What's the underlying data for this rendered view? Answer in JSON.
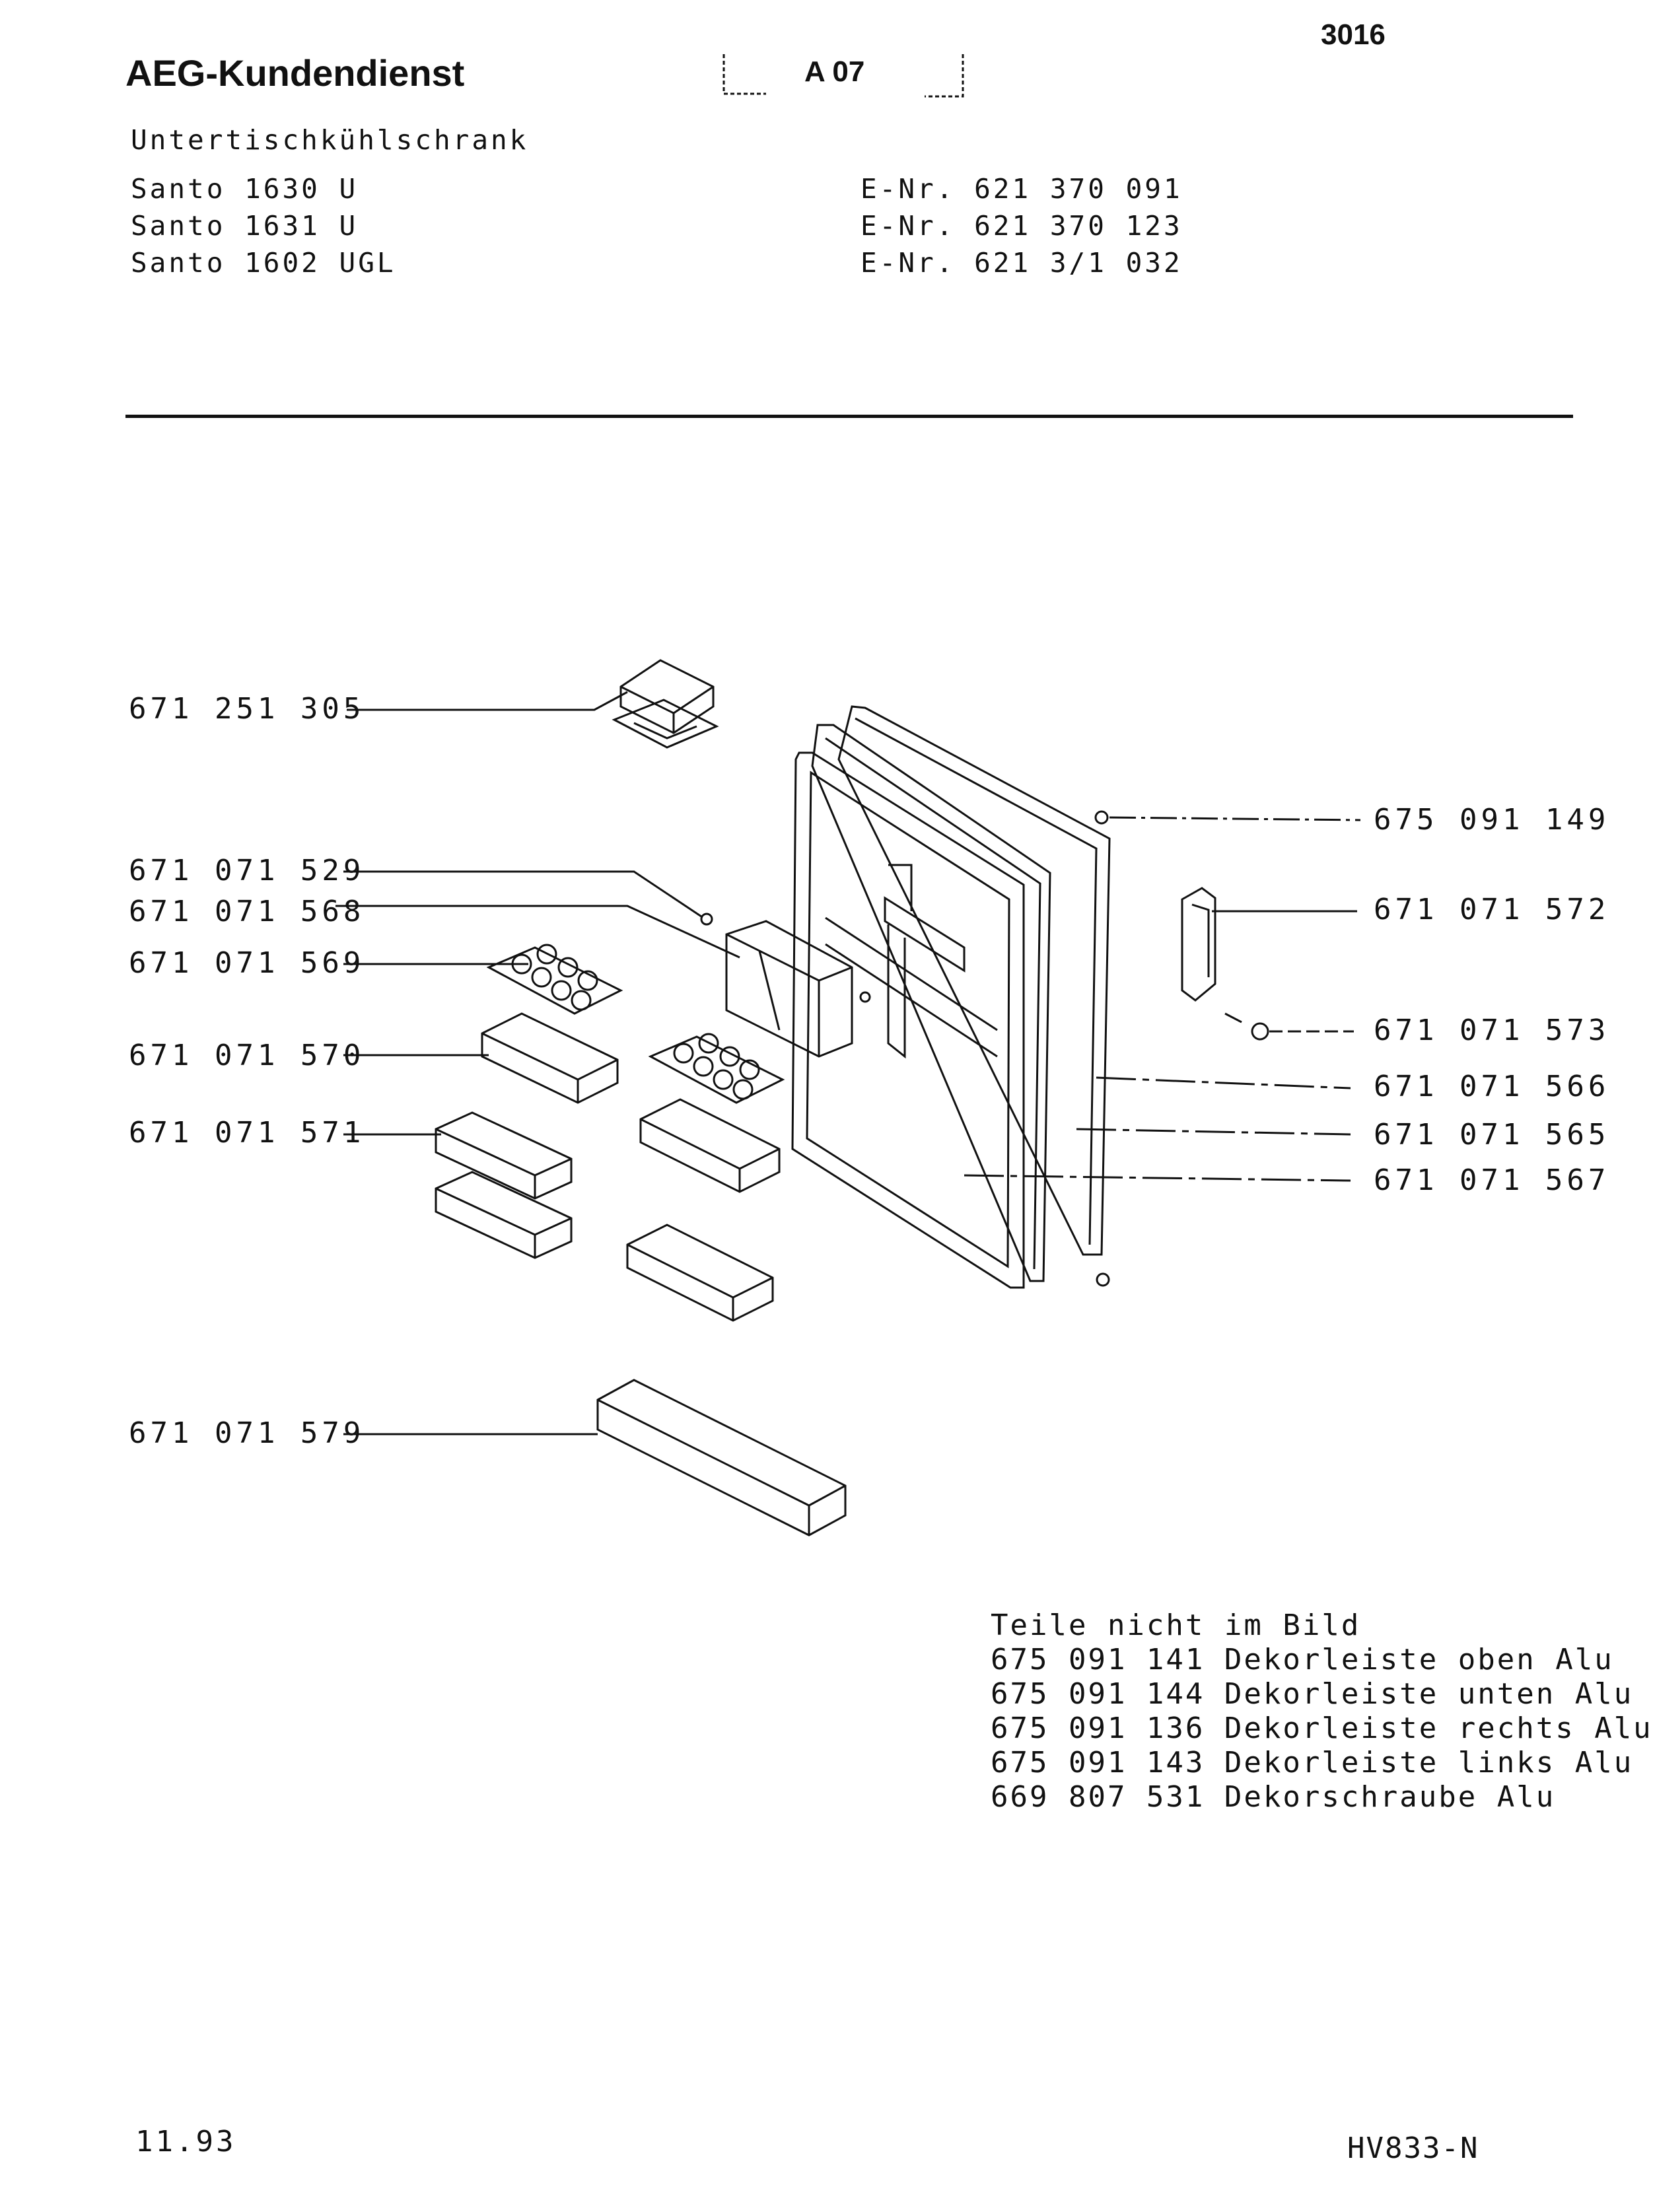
{
  "header": {
    "title": "AEG-Kundendienst",
    "page_number": "3016",
    "section_code": "A 07",
    "appliance_type": "Untertischkühlschrank",
    "models": [
      {
        "name": "Santo 1630 U",
        "enr": "E-Nr. 621 370 091"
      },
      {
        "name": "Santo 1631 U",
        "enr": "E-Nr. 621 370 123"
      },
      {
        "name": "Santo 1602 UGL",
        "enr": "E-Nr. 621 3/1 032"
      }
    ]
  },
  "parts_left": [
    "671 251 305",
    "671 071 529",
    "671 071 568",
    "671 071 569",
    "671 071 570",
    "671 071 571",
    "671 071 579"
  ],
  "parts_right": [
    "675 091 149",
    "671 071 572",
    "671 071 573",
    "671 071 566",
    "671 071 565",
    "671 071 567"
  ],
  "notes": {
    "heading": "Teile nicht im Bild",
    "items": [
      "675 091 141 Dekorleiste oben Alu",
      "675 091 144 Dekorleiste unten Alu",
      "675 091 136 Dekorleiste rechts Alu",
      "675 091 143 Dekorleiste links Alu",
      "669 807 531 Dekorschraube Alu"
    ]
  },
  "footer": {
    "date": "11.93",
    "reference": "HV833-N"
  }
}
